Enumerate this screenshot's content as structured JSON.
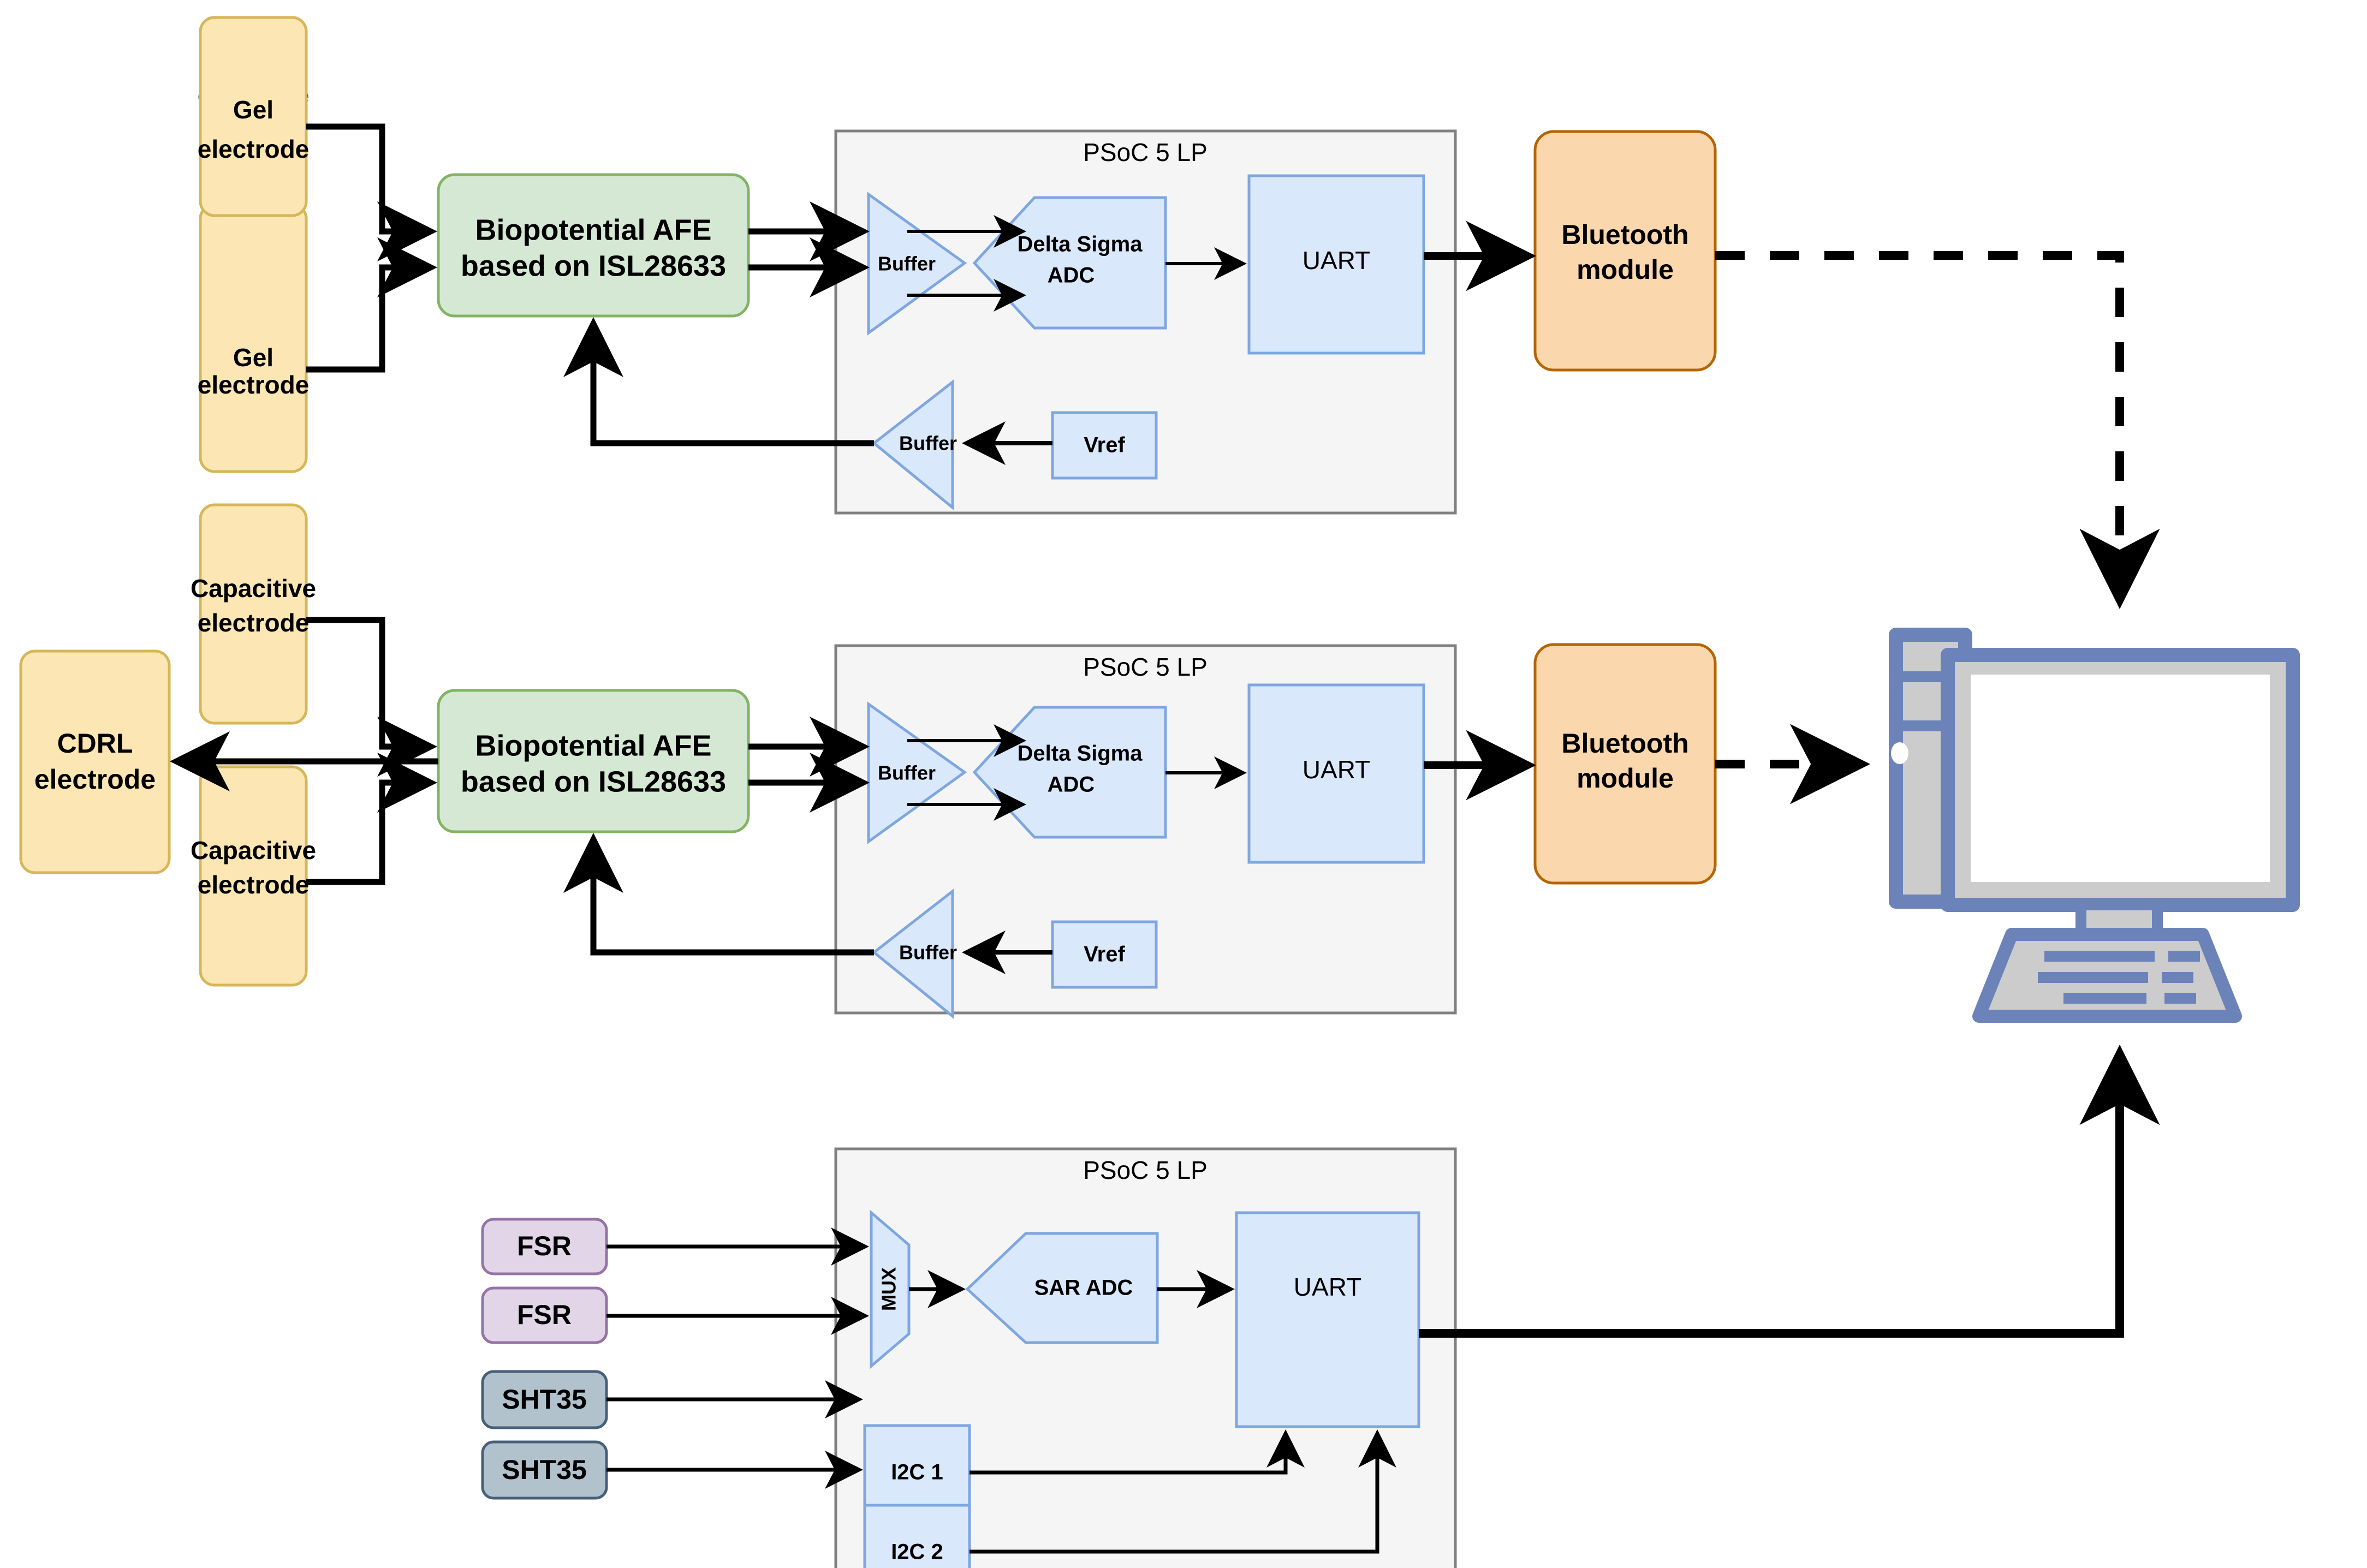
{
  "diagram": {
    "title": "Wearable biopotential and sensor acquisition system block diagram",
    "colors": {
      "electrode_fill": "#fbe6b4",
      "electrode_stroke": "#d6b656",
      "afe_fill": "#d5e8d4",
      "afe_stroke": "#82b366",
      "bluetooth_fill": "#fad7ac",
      "bluetooth_stroke": "#b46504",
      "psoc_fill": "#f5f5f5",
      "psoc_stroke": "#808080",
      "sub_fill": "#dae8fc",
      "sub_stroke": "#7ea6e0",
      "fsr_fill": "#e1d5e7",
      "fsr_stroke": "#9673a6",
      "sht_fill": "#b1c2cd",
      "sht_stroke": "#47607a",
      "pc_body": "#cccccc",
      "pc_stroke": "#6b83b8",
      "wire": "#000000"
    },
    "electrodes": [
      {
        "id": "gel-1",
        "label_line1": "Gel",
        "label_line2": "electrode"
      },
      {
        "id": "gel-2",
        "label_line1": "Gel",
        "label_line2": "electrode"
      },
      {
        "id": "cap-1",
        "label_line1": "Capacitive",
        "label_line2": "electrode"
      },
      {
        "id": "cap-2",
        "label_line1": "Capacitive",
        "label_line2": "electrode"
      },
      {
        "id": "cdrl",
        "label_line1": "CDRL",
        "label_line2": "electrode"
      }
    ],
    "afe": {
      "label_line1": "Biopotential AFE",
      "label_line2": "based on ISL28633"
    },
    "psoc": {
      "title": "PSoC 5 LP",
      "buffer_label": "Buffer",
      "adc_label_line1": "Delta Sigma",
      "adc_label_line2": "ADC",
      "uart_label": "UART",
      "vref_label": "Vref",
      "vref_buffer_label": "Buffer"
    },
    "psoc_sensor": {
      "title": "PSoC 5 LP",
      "mux_label": "MUX",
      "sar_label": "SAR ADC",
      "uart_label": "UART",
      "i2c1_label": "I2C 1",
      "i2c2_label": "I2C 2"
    },
    "bluetooth": {
      "label_line1": "Bluetooth",
      "label_line2": "module"
    },
    "sensors": [
      {
        "id": "fsr-1",
        "label": "FSR",
        "type": "fsr"
      },
      {
        "id": "fsr-2",
        "label": "FSR",
        "type": "fsr"
      },
      {
        "id": "sht-1",
        "label": "SHT35",
        "type": "sht"
      },
      {
        "id": "sht-2",
        "label": "SHT35",
        "type": "sht"
      }
    ],
    "computer": {
      "name": "desktop-computer"
    },
    "chains": [
      {
        "id": "gel-chain",
        "inputs": [
          "Gel electrode",
          "Gel electrode"
        ],
        "afe": "Biopotential AFE based on ISL28633",
        "mcu": "PSoC 5 LP",
        "blocks": [
          "Buffer",
          "Delta Sigma ADC",
          "UART",
          "Vref",
          "Buffer"
        ],
        "radio": "Bluetooth module",
        "link": "wireless"
      },
      {
        "id": "capacitive-chain",
        "inputs": [
          "Capacitive electrode",
          "Capacitive electrode",
          "CDRL electrode"
        ],
        "afe": "Biopotential AFE based on ISL28633",
        "mcu": "PSoC 5 LP",
        "blocks": [
          "Buffer",
          "Delta Sigma ADC",
          "UART",
          "Vref",
          "Buffer"
        ],
        "radio": "Bluetooth module",
        "link": "wireless"
      },
      {
        "id": "sensor-chain",
        "inputs": [
          "FSR",
          "FSR",
          "SHT35",
          "SHT35"
        ],
        "mcu": "PSoC 5 LP",
        "blocks": [
          "MUX",
          "SAR ADC",
          "UART",
          "I2C 1",
          "I2C 2"
        ],
        "link": "wired"
      }
    ]
  }
}
